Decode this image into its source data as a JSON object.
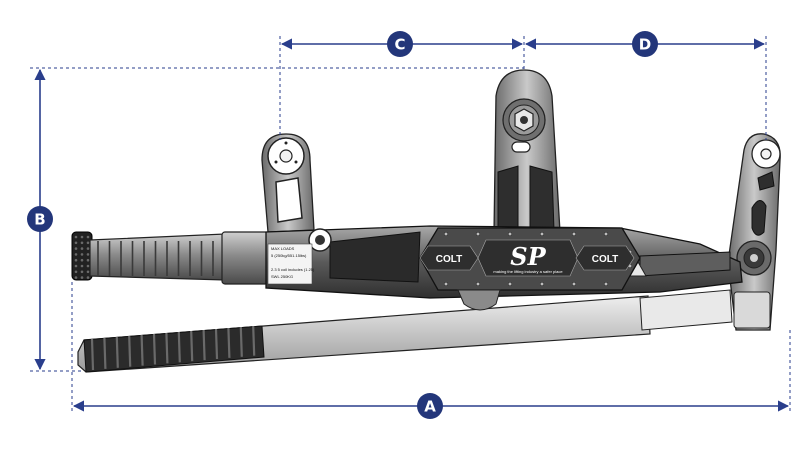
{
  "diagram": {
    "dimensions": [
      {
        "id": "a",
        "letter": "A"
      },
      {
        "id": "b",
        "letter": "B"
      },
      {
        "id": "c",
        "letter": "C"
      },
      {
        "id": "d",
        "letter": "D"
      }
    ],
    "product": {
      "brand_plate_left": "COLT",
      "brand_plate_right": "COLT",
      "logo": "SP",
      "tagline": "making the lifting industry a safer place",
      "label_lines": [
        "MAX LOADS",
        "5 (250kg/551.15lbs)",
        "",
        "2.3 5 coil includes (1.25)",
        "SWL 250KG"
      ]
    },
    "colors": {
      "dimension_line": "#2a3e8c",
      "badge": "#23367a",
      "metal_dark": "#3b3b3b",
      "metal_mid": "#7a7a7a",
      "metal_light": "#d4d4d4"
    }
  }
}
